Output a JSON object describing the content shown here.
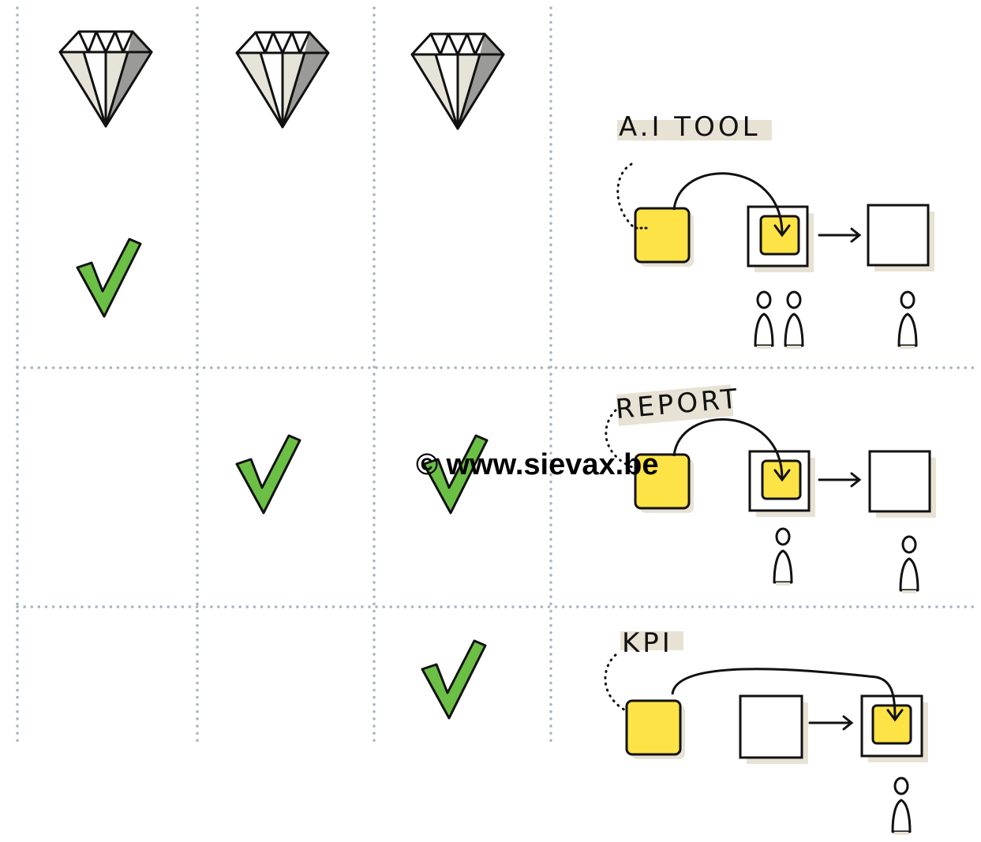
{
  "labels": {
    "row1": "A.I TOOL",
    "row2": "REPORT",
    "row3": "KPI"
  },
  "watermark": "© www.sievax.be",
  "matrix": {
    "columns": 3,
    "rows": 3,
    "checked": [
      [
        true,
        false,
        false
      ],
      [
        false,
        true,
        true
      ],
      [
        false,
        false,
        true
      ]
    ]
  },
  "icons": {
    "column_header": "diamond-icon",
    "cell_mark": "checkmark-icon",
    "person": "person-icon"
  },
  "colors": {
    "check_green": "#6cbf45",
    "box_yellow": "#fde345",
    "highlight_beige": "#e7e2d4",
    "grid_dots": "#a8b4c0",
    "diamond_shade_light": "#e6e3d8",
    "diamond_shade_dark": "#9a9a98"
  },
  "flows": [
    {
      "source_people": 0,
      "middle_people": 2,
      "target_people": 1,
      "arrow_to": "middle"
    },
    {
      "source_people": 0,
      "middle_people": 1,
      "target_people": 1,
      "arrow_to": "middle"
    },
    {
      "source_people": 0,
      "middle_people": 0,
      "target_people": 1,
      "arrow_to": "target"
    }
  ]
}
